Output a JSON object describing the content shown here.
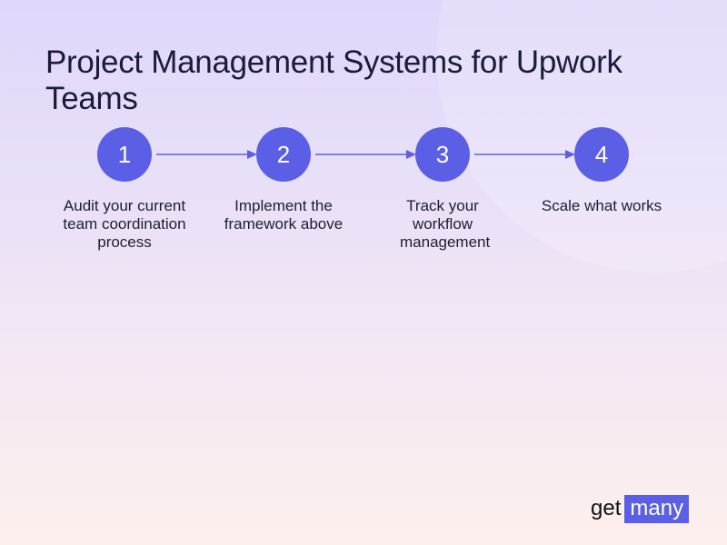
{
  "title": "Project Management Systems for Upwork Teams",
  "steps": [
    {
      "number": "1",
      "label": "Audit your current team coordination process"
    },
    {
      "number": "2",
      "label": "Implement the framework above"
    },
    {
      "number": "3",
      "label": "Track your workflow management"
    },
    {
      "number": "4",
      "label": "Scale what works"
    }
  ],
  "brand": {
    "prefix": "get",
    "highlight": "many"
  },
  "colors": {
    "accent": "#5b5fe6",
    "text": "#1b1b3a",
    "bg_top": "#e0d7fb",
    "bg_bottom": "#fcefec"
  }
}
